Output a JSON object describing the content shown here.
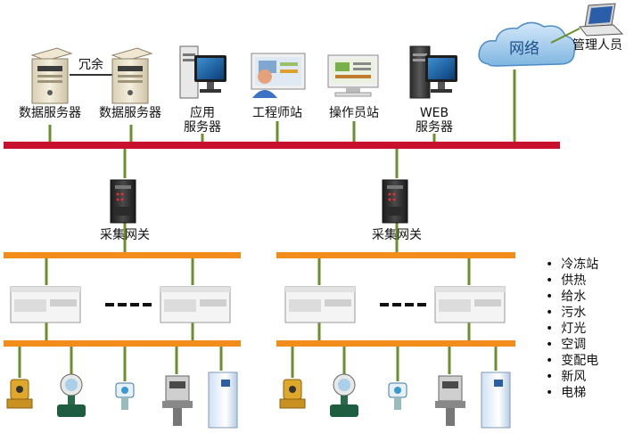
{
  "top_labels": {
    "redundant": "冗余",
    "data_server_1": "数据服务器",
    "data_server_2": "数据服务器",
    "app_server_line1": "应用",
    "app_server_line2": "服务器",
    "engineer_station": "工程师站",
    "operator_station": "操作员站",
    "web_server_line1": "WEB",
    "web_server_line2": "服务器",
    "network": "网络",
    "admin": "管理人员"
  },
  "gateways": [
    "采集网关",
    "采集网关"
  ],
  "subsystems": [
    "冷冻站",
    "供热",
    "给水",
    "污水",
    "灯光",
    "空调",
    "变配电",
    "新风",
    "电梯"
  ],
  "colors": {
    "backbone": "#c8102e",
    "field_bus": "#f28c1b",
    "connector": "#6b8f2a",
    "cloud": "#9fc9ea"
  }
}
